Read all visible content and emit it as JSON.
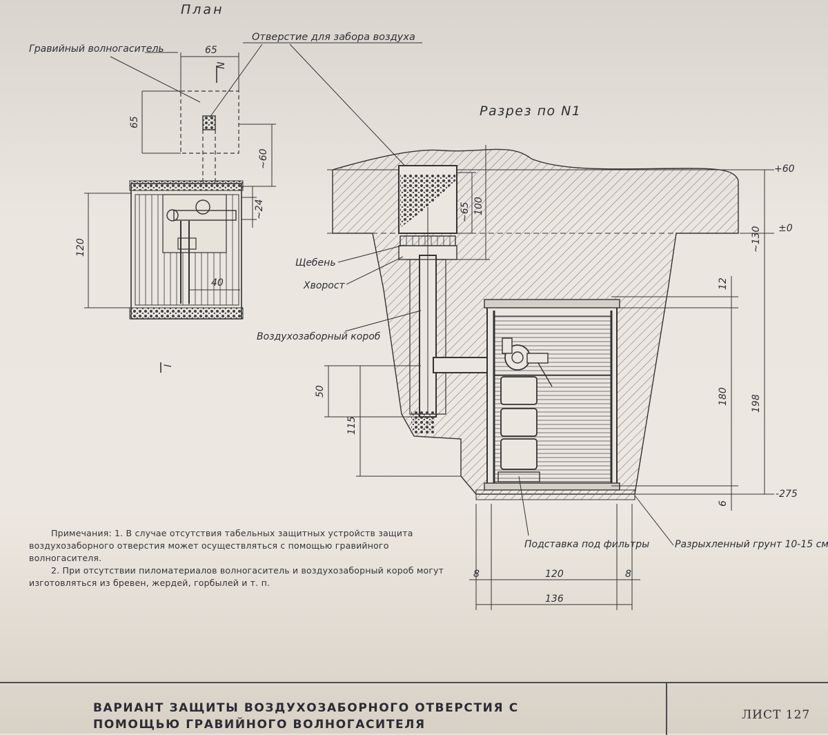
{
  "plan": {
    "title": "План",
    "gravel_damper_label": "Гравийный волногаситель",
    "section_mark": "N",
    "section_mark_bottom": "I",
    "dims": {
      "top": "65",
      "side": "65",
      "pipe": "~60",
      "inner": "~24",
      "height": "120",
      "width": "40"
    }
  },
  "air_intake_label": "Отверстие для забора воздуха",
  "section": {
    "title": "Разрез по N1",
    "labels": {
      "crushed_stone": "Щебень",
      "brushwood": "Хворост",
      "air_duct": "Воздухозаборный короб",
      "filter_stand": "Подставка под фильтры",
      "loose_soil": "Разрыхленный грунт 10-15 см"
    },
    "levels": {
      "top": "+60",
      "zero": "±0",
      "bottom": "-275"
    },
    "dims": {
      "d65": "~65",
      "d100": "100",
      "d130": "~130",
      "d12": "12",
      "d180": "180",
      "d198": "198",
      "d6": "6",
      "d50": "50",
      "d115": "115",
      "b8l": "8",
      "b120": "120",
      "b8r": "8",
      "b136": "136"
    }
  },
  "notes": {
    "line1": "Примечания: 1. В случае отсутствия табельных защитных устройств защита воздухозаборного отверстия может осуществляться с помощью гравийного волногасителя.",
    "line2": "2. При отсутствии пиломатериалов волногаситель и воздухозаборный короб могут изготовляться из бревен, жердей, горбылей и т. п."
  },
  "footer": {
    "title": "ВАРИАНТ ЗАЩИТЫ ВОЗДУХОЗАБОРНОГО ОТВЕРСТИЯ С ПОМОЩЬЮ ГРАВИЙНОГО ВОЛНОГАСИТЕЛЯ",
    "sheet": "ЛИСТ 127"
  }
}
